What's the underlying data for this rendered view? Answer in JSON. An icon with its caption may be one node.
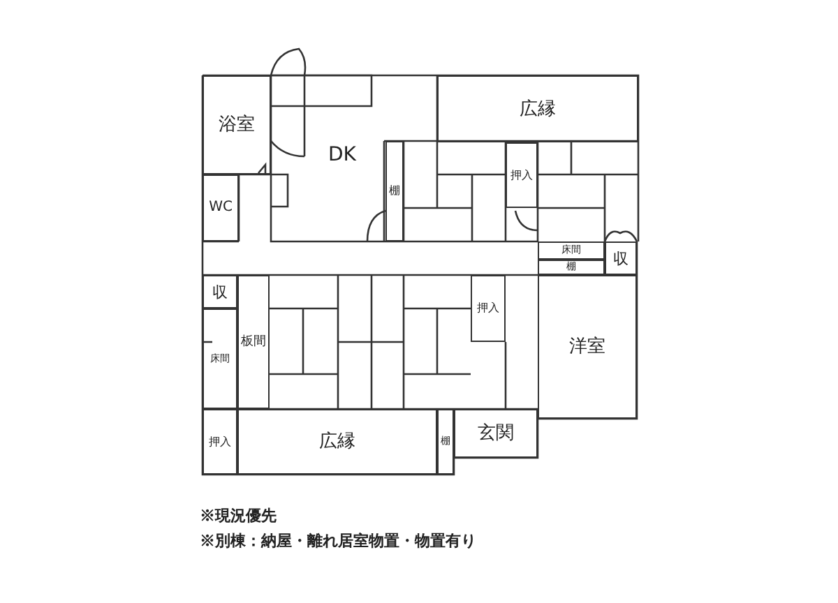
{
  "diagram": {
    "nodes": [
      {
        "text": [
          "浴室"
        ]
      },
      {
        "text": [
          "DK"
        ]
      },
      {
        "text": [
          "広縁"
        ]
      },
      {
        "text": [
          "棚"
        ]
      },
      {
        "text": [
          "押入"
        ]
      },
      {
        "text": [
          "WC"
        ]
      },
      {
        "text": [
          "床間"
        ]
      },
      {
        "text": [
          "棚"
        ]
      },
      {
        "text": [
          "収"
        ]
      },
      {
        "text": [
          "収"
        ]
      },
      {
        "text": [
          "板間"
        ]
      },
      {
        "text": [
          "床間"
        ]
      },
      {
        "text": [
          "押入"
        ]
      },
      {
        "text": [
          "洋室"
        ]
      },
      {
        "text": [
          "押入"
        ]
      },
      {
        "text": [
          "広縁"
        ]
      },
      {
        "text": [
          "棚"
        ]
      },
      {
        "text": [
          "玄関"
        ]
      }
    ],
    "labels": [
      "※現況優先",
      "※別棟：納屋・離れ居室物置・物置有り"
    ]
  }
}
